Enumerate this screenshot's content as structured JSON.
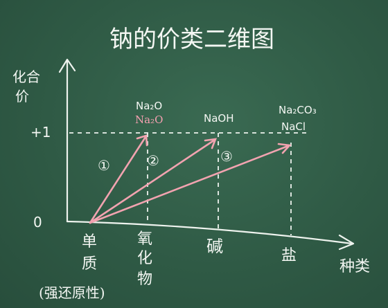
{
  "title": "钠的价类二维图",
  "y_axis_label": [
    "化合",
    "价"
  ],
  "x_axis_label": "种类",
  "y_ticks": [
    "+1",
    "0"
  ],
  "categories": [
    {
      "label": "单",
      "label2": "质",
      "note": "(强还原性)"
    },
    {
      "label": "氧",
      "label2": "化",
      "label3": "物"
    },
    {
      "label": "碱"
    },
    {
      "label": "盐"
    }
  ],
  "compounds": {
    "oxide_1": "Na₂O",
    "oxide_2": "Na₂O",
    "base": "NaOH",
    "salt_1": "Na₂CO₃",
    "salt_2": "NaCl"
  },
  "arrows": [
    {
      "num": "①",
      "color": "#f2a3b0"
    },
    {
      "num": "②",
      "color": "#eef3ee"
    },
    {
      "num": "③",
      "color": "#eef3ee"
    }
  ]
}
